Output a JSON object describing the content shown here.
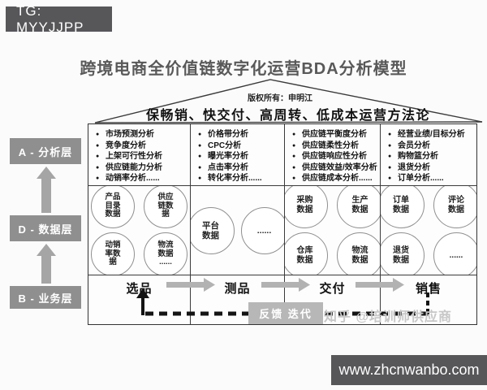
{
  "header": {
    "tg_label": "TG: MYYJJPP"
  },
  "title": "跨境电商全价值链数字化运营BDA分析模型",
  "roof": {
    "copyright": "版权所有：申明江",
    "banner": "保畅销、快交付、高周转、低成本运营方法论"
  },
  "layers": [
    {
      "label": "A - 分析层"
    },
    {
      "label": "D - 数据层"
    },
    {
      "label": "B - 业务层"
    }
  ],
  "analysis_columns": [
    {
      "items": [
        "市场预测分析",
        "竞争度分析",
        "上架可行性分析",
        "供应链能力分析",
        "动销率分析......"
      ]
    },
    {
      "items": [
        "价格带分析",
        "CPC分析",
        "曝光率分析",
        "点击率分析",
        "转化率分析......"
      ]
    },
    {
      "items": [
        "供应链平衡度分析",
        "供应链柔性分析",
        "供应链响应性分析",
        "供应链效益/效率分析",
        "供应链成本分析......"
      ]
    },
    {
      "items": [
        "经营业绩/目标分析",
        "会员分析",
        "购物篮分析",
        "退货分析",
        "订单分析......"
      ]
    }
  ],
  "data_columns": [
    {
      "circles": [
        "产品\n目录\n数据",
        "供应\n链数\n据",
        "动销\n率数\n据",
        "物流\n数据\n......"
      ]
    },
    {
      "circles": [
        "平台\n数据",
        "......"
      ]
    },
    {
      "circles": [
        "采购\n数据",
        "生产\n数据",
        "仓库\n数据",
        "物流\n数据"
      ]
    },
    {
      "circles": [
        "订单\n数据",
        "评论\n数据",
        "退货\n数据",
        "......"
      ]
    }
  ],
  "business_steps": [
    "选品",
    "测品",
    "交付",
    "销售"
  ],
  "feedback_label": "反馈 迭代",
  "watermark": "知乎 @培训师供应商",
  "footer": {
    "url": "www.zhcnwanbo.com"
  },
  "colors": {
    "bar_dark": "#57575a",
    "layer_box": "#8f8f8f",
    "flow_arrow": "#b2b2b2",
    "feedback_box": "#b7b7b7",
    "line": "#333333"
  }
}
